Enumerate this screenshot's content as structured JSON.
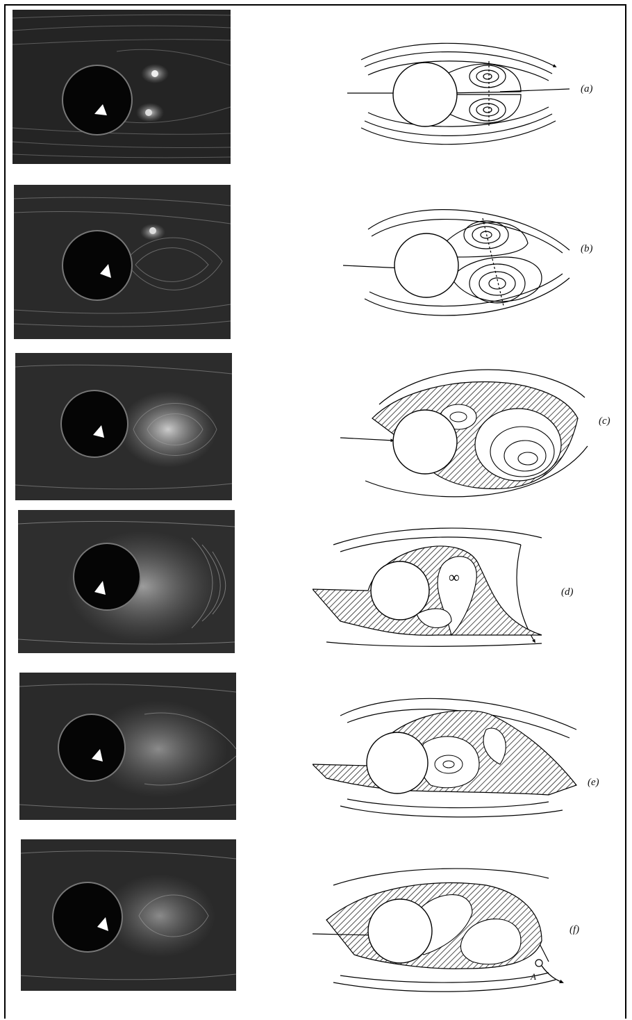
{
  "figure": {
    "panels": [
      {
        "id": "a",
        "label": "(a)"
      },
      {
        "id": "b",
        "label": "(b)"
      },
      {
        "id": "c",
        "label": "(c)"
      },
      {
        "id": "d",
        "label": "(d)"
      },
      {
        "id": "e",
        "label": "(e)"
      },
      {
        "id": "f",
        "label": "(f)"
      }
    ],
    "point_label": "A"
  }
}
